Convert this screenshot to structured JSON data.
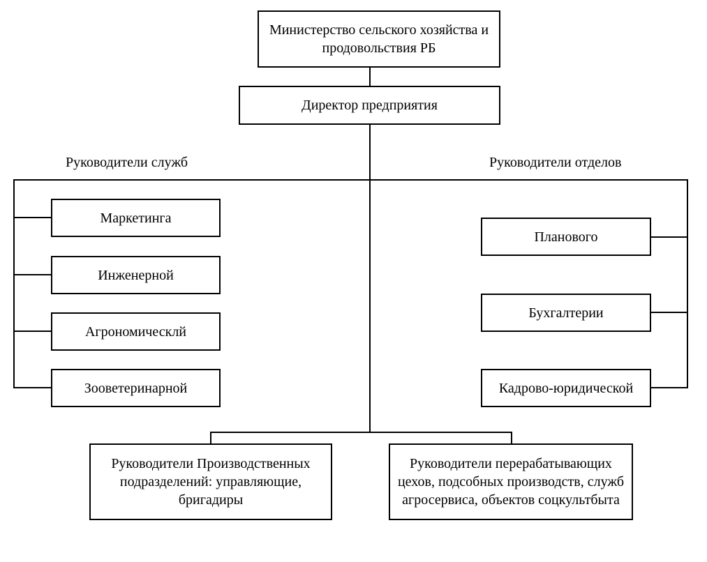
{
  "top": {
    "ministry": "Министерство сельского хозяйства и продовольствия РБ",
    "director": "Директор предприятия"
  },
  "left_group": {
    "heading": "Руководители служб",
    "items": [
      "Маркетинга",
      "Инженерной",
      "Агрономическлй",
      "Зооветеринарной"
    ]
  },
  "right_group": {
    "heading": "Руководители отделов",
    "items": [
      "Планового",
      "Бухгалтерии",
      "Кадрово-юридической"
    ]
  },
  "bottom": {
    "production": "Руководители Производственных подразделений: управляющие, бригадиры",
    "processing": "Руководители перерабатывающих цехов, подсобных производств, служб агросервиса, объектов соцкультбыта"
  }
}
